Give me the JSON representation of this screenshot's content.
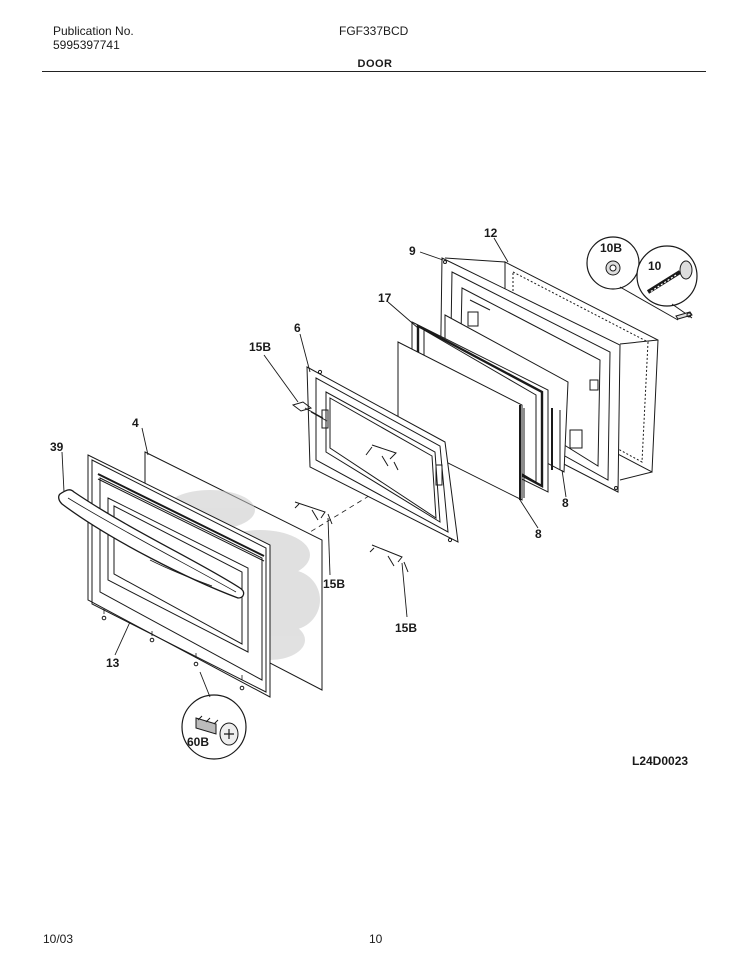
{
  "header": {
    "pub_label": "Publication No.",
    "pub_number": "5995397741",
    "model": "FGF337BCD",
    "section_title": "DOOR"
  },
  "callouts": {
    "c39": "39",
    "c4": "4",
    "c13": "13",
    "c15b_top": "15B",
    "c6": "6",
    "c15b_mid": "15B",
    "c15b_bottom": "15B",
    "c17": "17",
    "c9": "9",
    "c12": "12",
    "c8_upper": "8",
    "c8_lower": "8",
    "c10b": "10B",
    "c10": "10",
    "c60b": "60B"
  },
  "diagram_code": "L24D0023",
  "footer": {
    "date": "10/03",
    "page": "10"
  }
}
